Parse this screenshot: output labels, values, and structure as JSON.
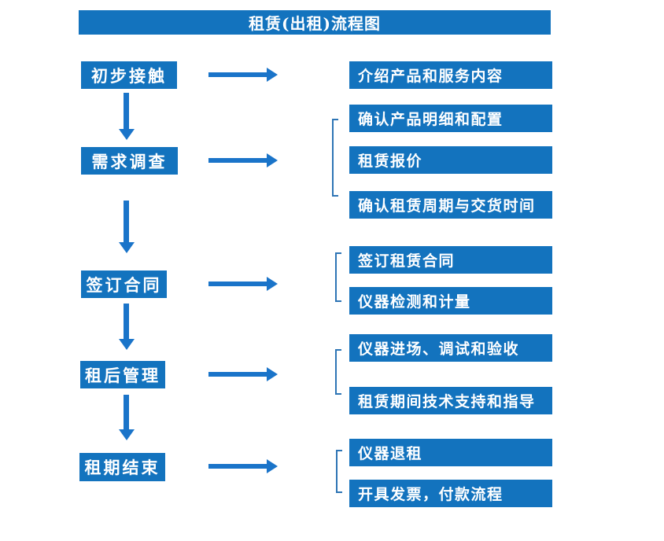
{
  "title": "租赁(出租)流程图",
  "colors": {
    "box_blue": "#1373be",
    "arrow_blue": "#1a74c9",
    "bracket_blue": "#2e75b5",
    "text_white": "#ffffff",
    "background": "#ffffff"
  },
  "steps": [
    {
      "label": "初步接触",
      "details": [
        "介绍产品和服务内容"
      ]
    },
    {
      "label": "需求调查",
      "details": [
        "确认产品明细和配置",
        "租赁报价",
        "确认租赁周期与交货时间"
      ]
    },
    {
      "label": "签订合同",
      "details": [
        "签订租赁合同",
        "仪器检测和计量"
      ]
    },
    {
      "label": "租后管理",
      "details": [
        "仪器进场、调试和验收",
        "租赁期间技术支持和指导"
      ]
    },
    {
      "label": "租期结束",
      "details": [
        "仪器退租",
        "开具发票，付款流程"
      ]
    }
  ]
}
